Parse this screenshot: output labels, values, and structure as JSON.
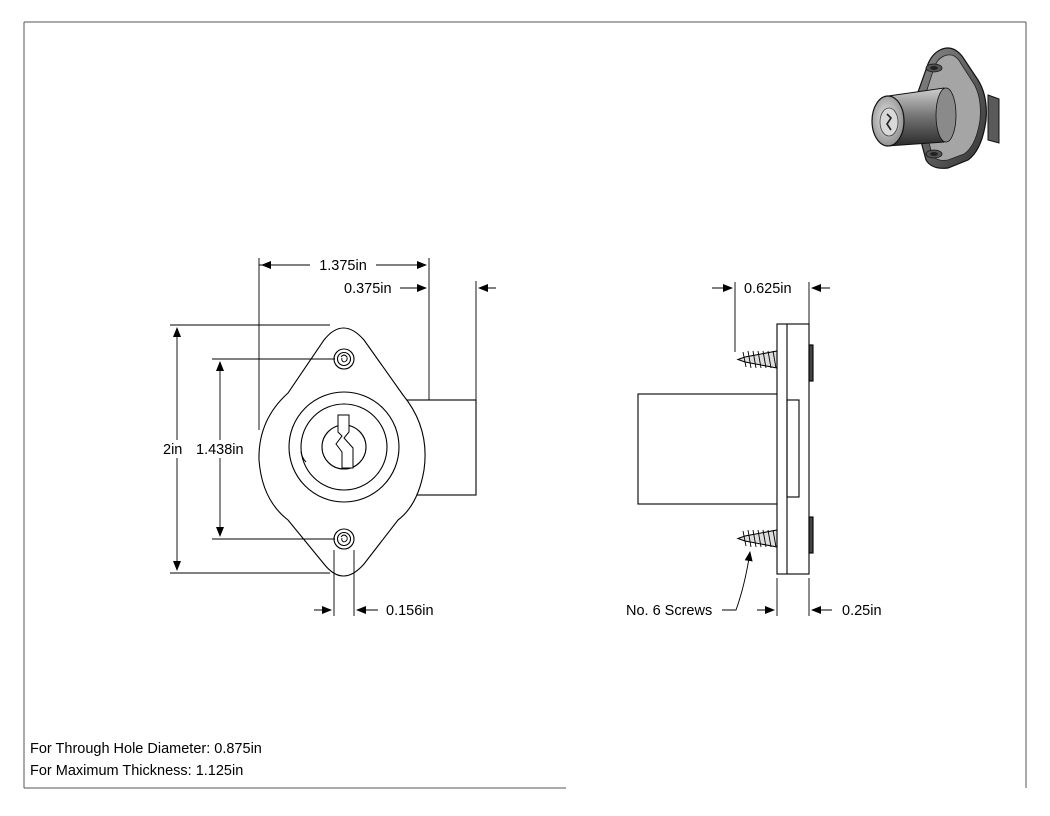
{
  "dimensions": {
    "overall_width": "1.375in",
    "cylinder_offset": "0.375in",
    "overall_height": "2in",
    "screw_spacing": "1.438in",
    "screw_hole_diameter": "0.156in",
    "cylinder_length": "0.625in",
    "flange_thickness": "0.25in"
  },
  "callouts": {
    "screws": "No. 6 Screws"
  },
  "notes": {
    "through_hole": "For Through Hole Diameter: 0.875in",
    "max_thickness": "For Maximum Thickness: 1.125in"
  },
  "colors": {
    "line": "#000000",
    "frame": "#333333",
    "shade": "#3a3a3a",
    "highlight": "#cfcfcf"
  }
}
